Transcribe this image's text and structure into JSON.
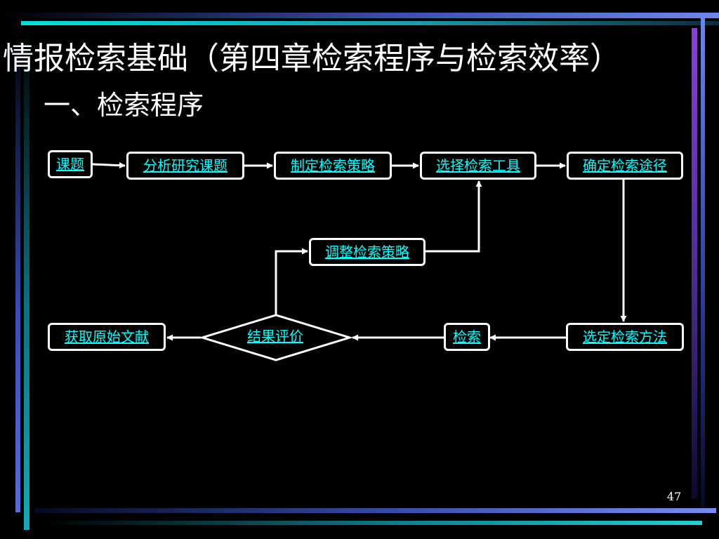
{
  "slide": {
    "title": "情报检索基础（第四章检索程序与检索效率）",
    "subtitle": "一、检索程序",
    "page_number": "47"
  },
  "flowchart": {
    "nodes": {
      "topic": "课题",
      "analyze": "分析研究课题",
      "strategy": "制定检索策略",
      "tools": "选择检索工具",
      "path": "确定检索途径",
      "method": "选定检索方法",
      "search": "检索",
      "evaluate": "结果评价",
      "adjust": "调整检索策略",
      "obtain": "获取原始文献"
    }
  },
  "colors": {
    "background": "#000000",
    "node_text": "#00ffff",
    "node_border": "#ffffff",
    "connector": "#ffffff",
    "deco_blue": "#5b6bd6",
    "deco_teal": "#18a8b8",
    "deco_purple": "#8a3fd8"
  }
}
